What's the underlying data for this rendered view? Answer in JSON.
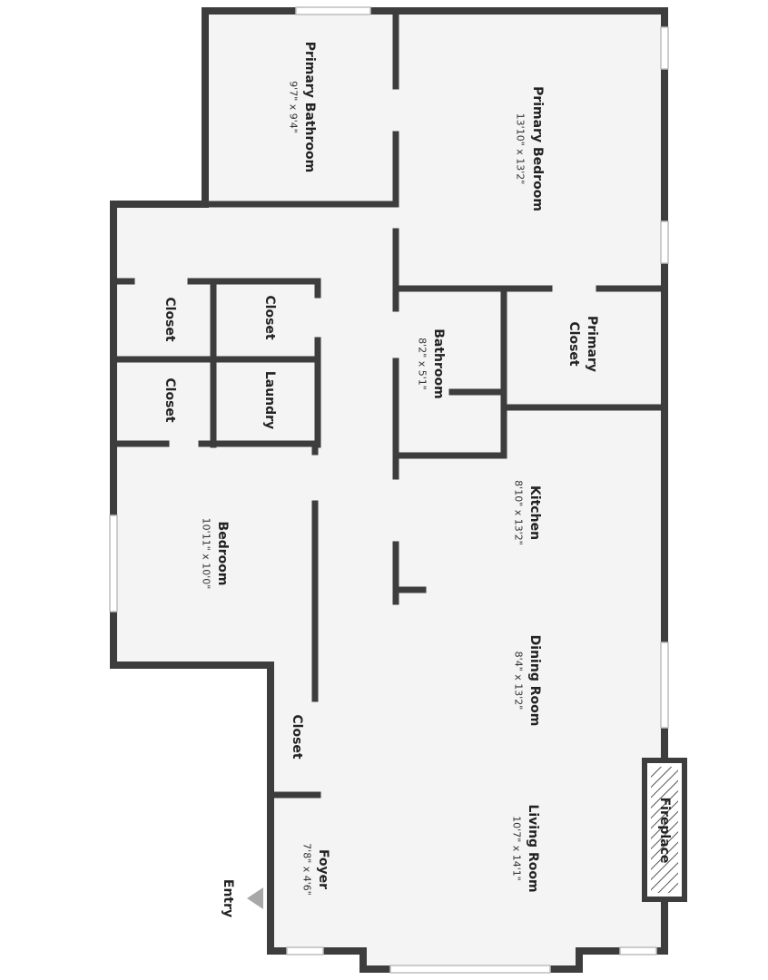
{
  "colors": {
    "wall": "#3d3d3d",
    "floor": "#f4f4f4",
    "background": "#ffffff",
    "window": "#d8d8d8",
    "entry_marker": "#a8a8a8"
  },
  "rooms": {
    "primary_bathroom": {
      "name": "Primary Bathroom",
      "dims": "9'7\" x 9'4\""
    },
    "primary_bedroom": {
      "name": "Primary Bedroom",
      "dims": "13'10\" x 13'2\""
    },
    "bathroom": {
      "name": "Bathroom",
      "dims": "8'2\" x 5'1\""
    },
    "primary_closet": {
      "name_line1": "Primary",
      "name_line2": "Closet"
    },
    "closet_a": {
      "name": "Closet"
    },
    "closet_b": {
      "name": "Closet"
    },
    "closet_c": {
      "name": "Closet"
    },
    "laundry": {
      "name": "Laundry"
    },
    "bedroom": {
      "name": "Bedroom",
      "dims": "10'11\" x 10'0\""
    },
    "kitchen": {
      "name": "Kitchen",
      "dims": "8'10\" x 13'2\""
    },
    "dining_room": {
      "name": "Dining Room",
      "dims": "8'4\" x 13'2\""
    },
    "closet_d": {
      "name": "Closet"
    },
    "living_room": {
      "name": "Living Room",
      "dims": "10'7\" x 14'1\""
    },
    "foyer": {
      "name": "Foyer",
      "dims": "7'8\" x 4'6\""
    },
    "fireplace": {
      "name": "Fireplace"
    }
  },
  "entry": {
    "label": "Entry"
  }
}
